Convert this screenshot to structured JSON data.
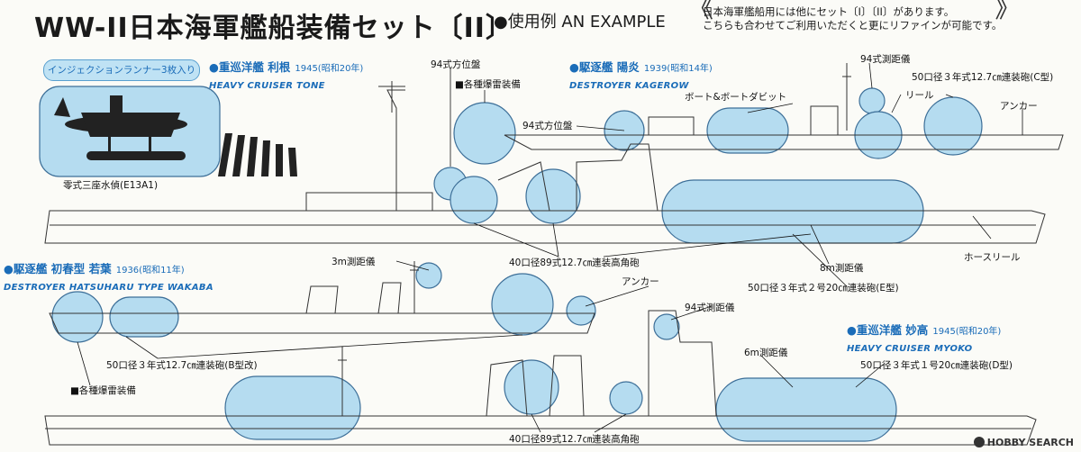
{
  "header": {
    "title": "WW-II日本海軍艦船装備セット〔II〕",
    "example": "●使用例  AN EXAMPLE",
    "note_lines": [
      "日本海軍艦船用には他にセット〔I〕〔II〕があります。",
      "こちらも合わせてご利用いただくと更にリファインが可能です。"
    ]
  },
  "runner_badge": "インジェクションランナー3枚入り",
  "plane_caption": "零式三座水偵(E13A1)",
  "ships": {
    "tone": {
      "jp": "●重巡洋艦  利根",
      "year": "1945(昭和20年)",
      "en": "HEAVY CRUISER TONE"
    },
    "kagero": {
      "jp": "●駆逐艦  陽炎",
      "year": "1939(昭和14年)",
      "en": "DESTROYER KAGEROW"
    },
    "wakaba": {
      "jp": "●駆逐艦  初春型  若葉",
      "year": "1936(昭和11年)",
      "en": "DESTROYER HATSUHARU TYPE WAKABA"
    },
    "myoko": {
      "jp": "●重巡洋艦  妙高",
      "year": "1945(昭和20年)",
      "en": "HEAVY CRUISER MYOKO"
    }
  },
  "labels": {
    "director94_a": "94式方位盤",
    "depth_charge_a": "■各種爆雷装備",
    "director94_b": "94式方位盤",
    "rangefinder94_kagero": "94式測距儀",
    "gun_c": "50口径３年式12.7㎝連装砲(C型)",
    "boat": "ボート&ボートダビット",
    "reel": "リール",
    "anchor_a": "アンカー",
    "hose_reel": "ホースリール",
    "rangefinder8m": "8m測距儀",
    "gun_e": "50口径３年式２号20㎝連装砲(E型)",
    "aa_a": "40口径89式12.7㎝連装高角砲",
    "rangefinder3m": "3m測距儀",
    "anchor_b": "アンカー",
    "rangefinder94_myoko": "94式測距儀",
    "gun_b": "50口径３年式12.7㎝連装砲(B型改)",
    "depth_charge_b": "■各種爆雷装備",
    "rangefinder6m": "6m測距儀",
    "gun_d": "50口径３年式１号20㎝連装砲(D型)",
    "aa_b": "40口径89式12.7㎝連装高角砲"
  },
  "watermark": "HOBBY SEARCH",
  "colors": {
    "accent": "#1a6cb8",
    "bubble": "#b5dcf0",
    "bubble_stroke": "#3d6f98"
  }
}
